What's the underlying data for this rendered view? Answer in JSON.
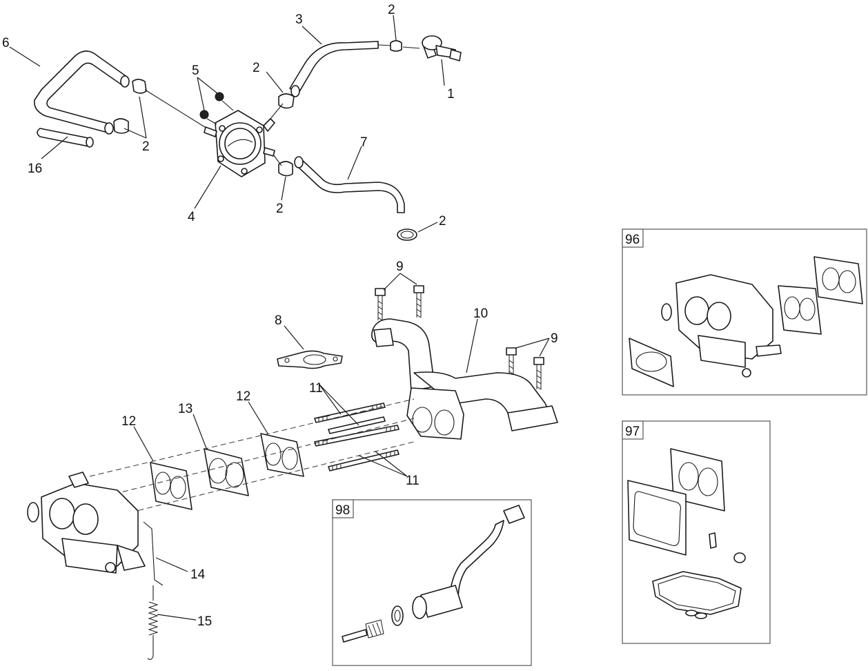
{
  "callouts": {
    "c1": "1",
    "c2a": "2",
    "c2b": "2",
    "c2c": "2",
    "c2d": "2",
    "c2e": "2",
    "c3": "3",
    "c4": "4",
    "c5": "5",
    "c6": "6",
    "c7": "7",
    "c8": "8",
    "c9a": "9",
    "c9b": "9",
    "c10": "10",
    "c11a": "11",
    "c11b": "11",
    "c12a": "12",
    "c12b": "12",
    "c13": "13",
    "c14": "14",
    "c15": "15",
    "c16": "16"
  },
  "kits": {
    "k96": "96",
    "k97": "97",
    "k98": "98"
  }
}
